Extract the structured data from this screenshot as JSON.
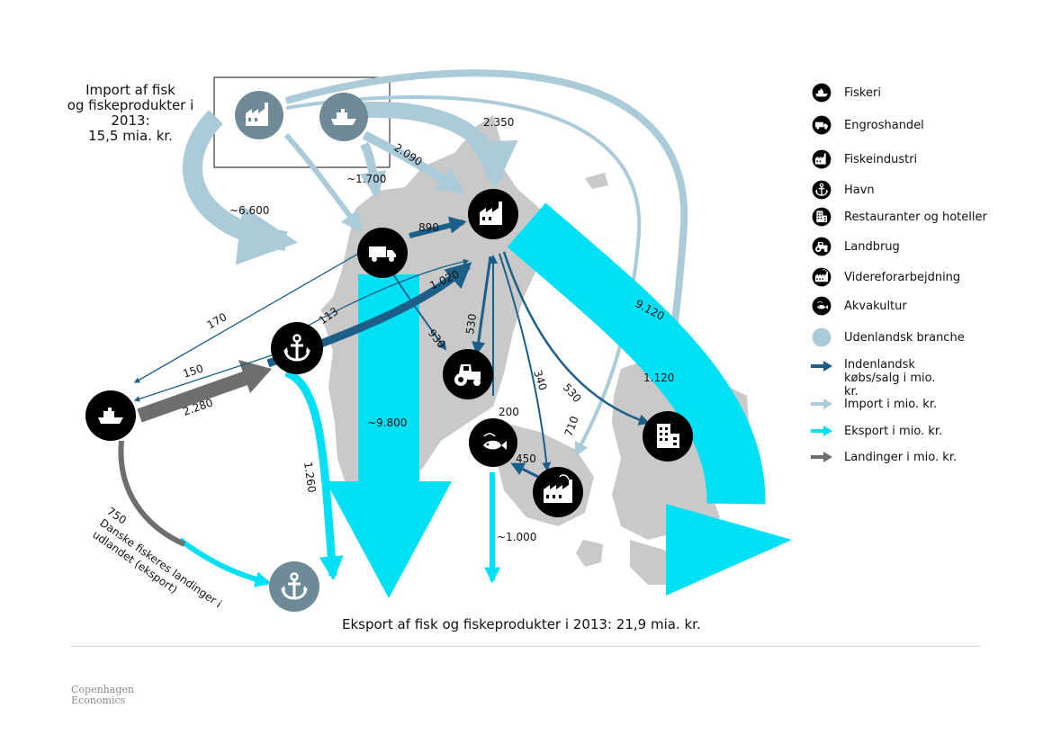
{
  "colors": {
    "land": "#c9c9c9",
    "domestic": "#1b5f89",
    "import": "#abcbd8",
    "export": "#00e0f5",
    "landings": "#6e6e6e",
    "foreign_node": "#6d8a96",
    "node": "#000000"
  },
  "title_import": [
    "Import af fisk",
    "og fiskeprodukter i",
    "2013:",
    "15,5 mia. kr."
  ],
  "title_export": "Eksport af fisk og fiskeprodukter i 2013: 21,9 mia. kr.",
  "brand": [
    "Copenhagen",
    "Economics"
  ],
  "flow_labels": {
    "import_industry_big": "2.350",
    "import_ship_industry": "2.090",
    "import_ship_wholesale": "~1.700",
    "import_factory_wholesale": "~6.600",
    "wholesale_industry": "890",
    "harbour_industry": "1.020",
    "harbour_wholesale": "113",
    "harbour_fishing_170": "170",
    "fishing_harbour_150": "150",
    "landings_2280": "2.280",
    "wholesale_farm": "930",
    "industry_farm": "530",
    "export_wholesale": "~9.800",
    "export_harbour": "1.260",
    "export_industry": "9.120",
    "industry_aqua": "200",
    "processing_aqua": "450",
    "industry_processing": "340",
    "industry_restaurant": "530",
    "import_restaurant": "1.120",
    "import_processing": "710",
    "export_aqua": "~1.000",
    "foreign_landings_1": "750",
    "foreign_landings_2": "Danske fiskeres landinger i",
    "foreign_landings_3": "udlandet (eksport)"
  },
  "legend": [
    {
      "icon": "ship-icon",
      "label": "Fiskeri"
    },
    {
      "icon": "truck-icon",
      "label": "Engroshandel"
    },
    {
      "icon": "factory-icon",
      "label": "Fiskeindustri"
    },
    {
      "icon": "anchor-icon",
      "label": "Havn"
    },
    {
      "icon": "building-icon",
      "label": "Restauranter og hoteller"
    },
    {
      "icon": "tractor-icon",
      "label": "Landbrug"
    },
    {
      "icon": "processing-icon",
      "label": "Videreforarbejdning"
    },
    {
      "icon": "fish-icon",
      "label": "Akvakultur"
    },
    {
      "icon": "foreign-circle",
      "label": "Udenlandsk branche"
    },
    {
      "icon": "domestic-arrow",
      "label": "Indenlandsk købs/salg i mio. kr."
    },
    {
      "icon": "import-arrow",
      "label": "Import i mio. kr."
    },
    {
      "icon": "export-arrow",
      "label": "Eksport i mio. kr."
    },
    {
      "icon": "landings-arrow",
      "label": "Landinger i mio. kr."
    }
  ]
}
